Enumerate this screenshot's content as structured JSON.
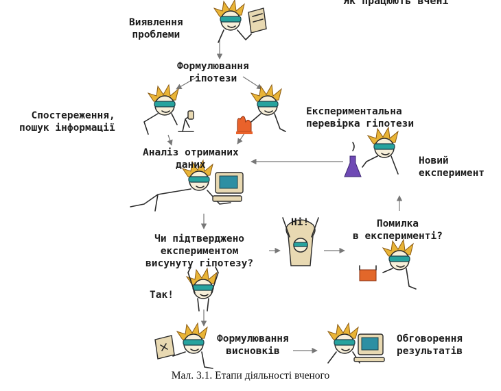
{
  "title": "Як працюють вчені",
  "caption": "Мал. 3.1. Етапи діяльності вченого",
  "nodes": {
    "problem": "Виявлення\nпроблеми",
    "hypothesis": "Формулювання\nгіпотези",
    "observation": "Спостереження,\nпошук інформації",
    "experiment": "Експериментальна\nперевірка гіпотези",
    "analysis": "Аналіз отриманих\nданих",
    "new_experiment": "Новий\nексперимент",
    "question": "Чи підтверджено\nекспериментом\nвисунуту гіпотезу?",
    "no": "Ні!",
    "error": "Помилка\nв експерименті?",
    "yes": "Так!",
    "conclusions": "Формулювання\nвисновків",
    "discussion": "Обговорення\nрезультатів"
  },
  "colors": {
    "hair": "#e9b436",
    "goggles": "#27a39e",
    "flame": "#e9622b",
    "flask": "#6f4ab5",
    "beaker": "#e2672a",
    "arrow": "#777777",
    "text": "#1c1c1c"
  },
  "icons": [
    "scientist-icon",
    "microscope-icon",
    "flame-icon",
    "flask-icon",
    "computer-icon",
    "beaker-icon",
    "paper-icon"
  ]
}
